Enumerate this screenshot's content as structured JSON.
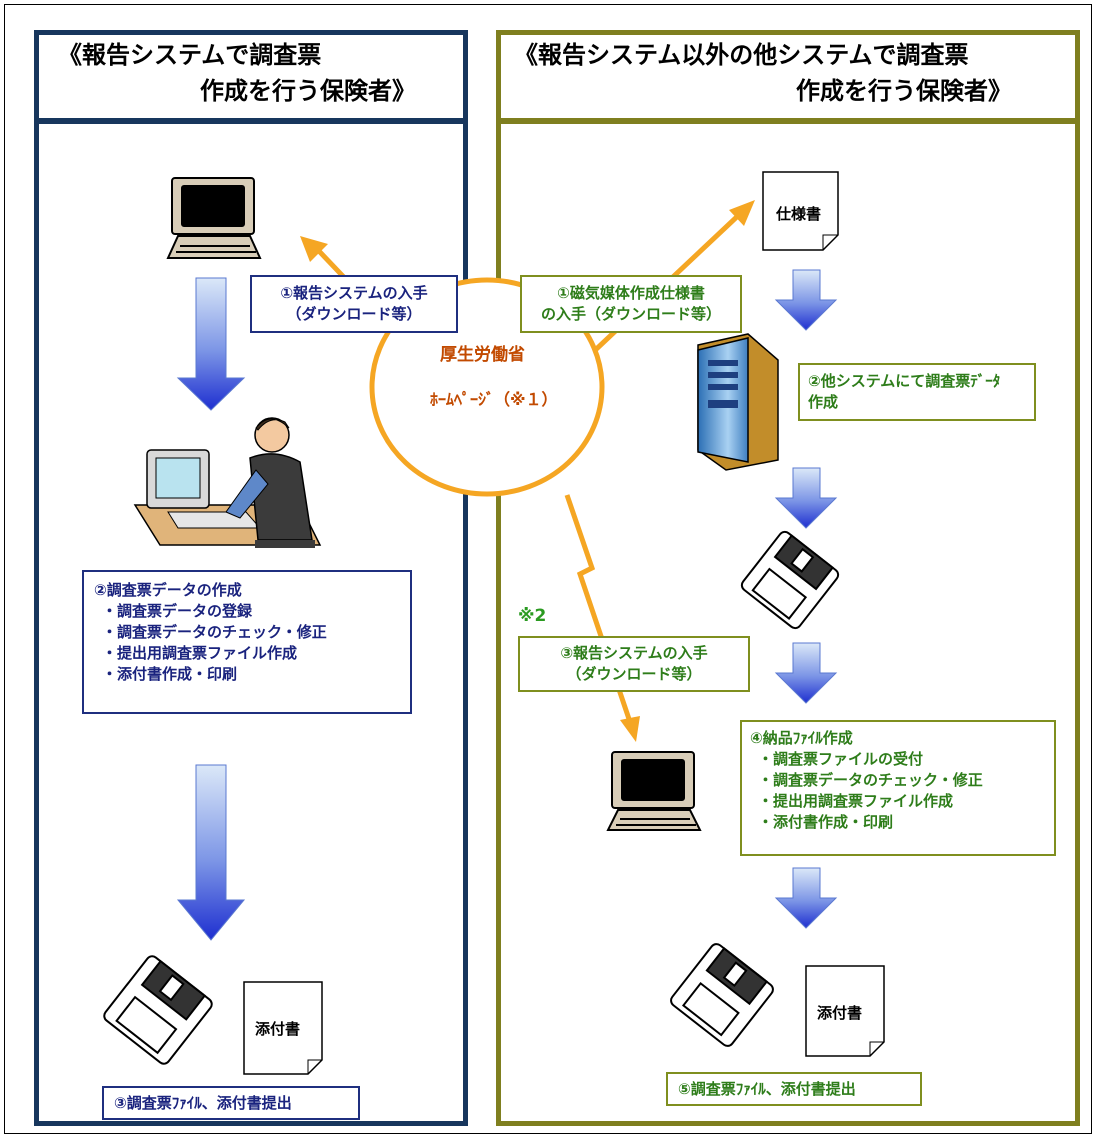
{
  "left": {
    "header_line1": "《報告システムで調査票",
    "header_line2": "作成を行う保険者》",
    "step1_line1": "①報告システムの入手",
    "step1_line2": "（ダウンロード等）",
    "step2_title": "②調査票データの作成",
    "step2_items": [
      "・調査票データの登録",
      "・調査票データのチェック・修正",
      "・提出用調査票ファイル作成",
      "・添付書作成・印刷"
    ],
    "doc_label": "添付書",
    "step3": "③調査票ﾌｧｲﾙ、添付書提出"
  },
  "right": {
    "header_line1": "《報告システム以外の他システムで調査票",
    "header_line2": "作成を行う保険者》",
    "spec_label": "仕様書",
    "step1_line1": "①磁気媒体作成仕様書",
    "step1_line2": "の入手（ダウンロード等）",
    "step2_line1": "②他システムにて調査票ﾃﾞｰﾀ",
    "step2_line2": "作成",
    "note2": "※2",
    "step3_line1": "③報告システムの入手",
    "step3_line2": "（ダウンロード等）",
    "step4_title": "④納品ﾌｧｲﾙ作成",
    "step4_items": [
      "・調査票ファイルの受付",
      "・調査票データのチェック・修正",
      "・提出用調査票ファイル作成",
      "・添付書作成・印刷"
    ],
    "doc_label": "添付書",
    "step5": "⑤調査票ﾌｧｲﾙ、添付書提出"
  },
  "center": {
    "title": "厚生労働省",
    "subtitle": "ﾎｰﾑﾍﾟｰｼﾞ（※１）"
  },
  "colors": {
    "left_border": "#17365d",
    "right_border": "#7f7f1f",
    "orange": "#f5a623",
    "blue_arrow_top": "#c8dcf4",
    "blue_arrow_bottom": "#1e2fd0"
  }
}
